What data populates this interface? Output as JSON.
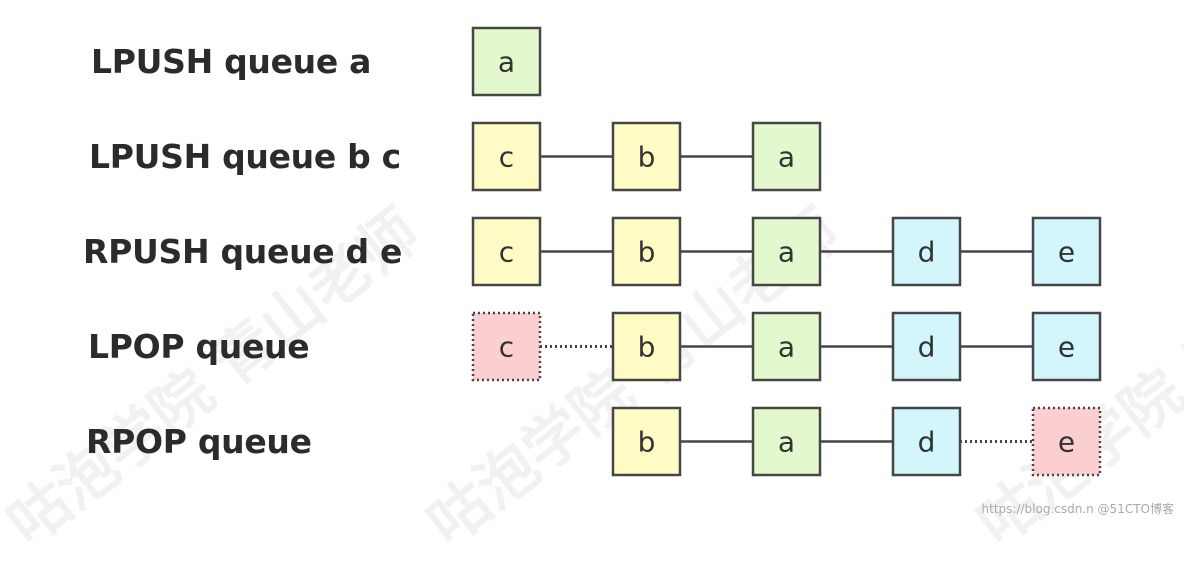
{
  "colors": {
    "yellow": "#fefcc4",
    "green": "#e3f8cd",
    "blue": "#d2f6fc",
    "red": "#fbcfcf",
    "border": "#464646",
    "line": "#464646"
  },
  "rows": [
    {
      "command": "LPUSH queue a",
      "nodes": [
        {
          "label": "a",
          "color": "green",
          "slot": 0
        }
      ]
    },
    {
      "command": "LPUSH queue b c",
      "nodes": [
        {
          "label": "c",
          "color": "yellow",
          "slot": 0
        },
        {
          "label": "b",
          "color": "yellow",
          "slot": 1
        },
        {
          "label": "a",
          "color": "green",
          "slot": 2
        }
      ]
    },
    {
      "command": "RPUSH queue d e",
      "nodes": [
        {
          "label": "c",
          "color": "yellow",
          "slot": 0
        },
        {
          "label": "b",
          "color": "yellow",
          "slot": 1
        },
        {
          "label": "a",
          "color": "green",
          "slot": 2
        },
        {
          "label": "d",
          "color": "blue",
          "slot": 3
        },
        {
          "label": "e",
          "color": "blue",
          "slot": 4
        }
      ]
    },
    {
      "command": "LPOP queue",
      "nodes": [
        {
          "label": "c",
          "color": "red",
          "slot": 0,
          "removed": true
        },
        {
          "label": "b",
          "color": "yellow",
          "slot": 1
        },
        {
          "label": "a",
          "color": "green",
          "slot": 2
        },
        {
          "label": "d",
          "color": "blue",
          "slot": 3
        },
        {
          "label": "e",
          "color": "blue",
          "slot": 4
        }
      ]
    },
    {
      "command": "RPOP queue",
      "nodes": [
        {
          "label": "b",
          "color": "yellow",
          "slot": 1
        },
        {
          "label": "a",
          "color": "green",
          "slot": 2
        },
        {
          "label": "d",
          "color": "blue",
          "slot": 3
        },
        {
          "label": "e",
          "color": "red",
          "slot": 4,
          "removed": true
        }
      ]
    }
  ],
  "watermark": "咕泡学院 青山老师",
  "credit": "https://blog.csdn.n @51CTO博客"
}
